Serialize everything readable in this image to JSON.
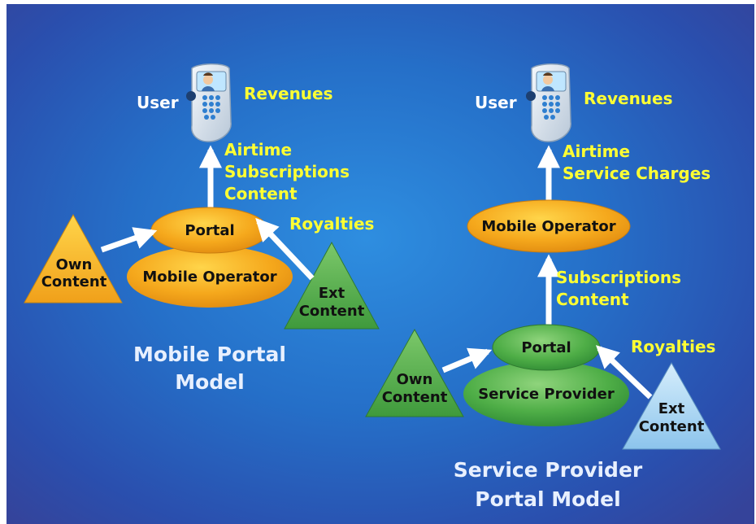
{
  "left_model": {
    "user_label": "User",
    "revenues_label": "Revenues",
    "flow_labels": [
      "Airtime",
      "Subscriptions",
      "Content"
    ],
    "portal_label": "Portal",
    "operator_label": "Mobile Operator",
    "own_content": [
      "Own",
      "Content"
    ],
    "ext_content": [
      "Ext",
      "Content"
    ],
    "royalties_label": "Royalties",
    "title": [
      "Mobile Portal",
      "Model"
    ]
  },
  "right_model": {
    "user_label": "User",
    "revenues_label": "Revenues",
    "flow_labels_top": [
      "Airtime",
      "Service Charges"
    ],
    "operator_label": "Mobile Operator",
    "flow_labels_mid": [
      "Subscriptions",
      "Content"
    ],
    "portal_label": "Portal",
    "provider_label": "Service Provider",
    "own_content": [
      "Own",
      "Content"
    ],
    "ext_content": [
      "Ext",
      "Content"
    ],
    "royalties_label": "Royalties",
    "title": [
      "Service Provider",
      "Portal Model"
    ]
  },
  "colors": {
    "orange": "#f5a81c",
    "green": "#4fae47",
    "light_blue": "#9fd0f0",
    "label_yellow": "#ffff33",
    "background_blue": "#2a6fd0"
  },
  "icons": [
    "mobile-phone-icon"
  ]
}
